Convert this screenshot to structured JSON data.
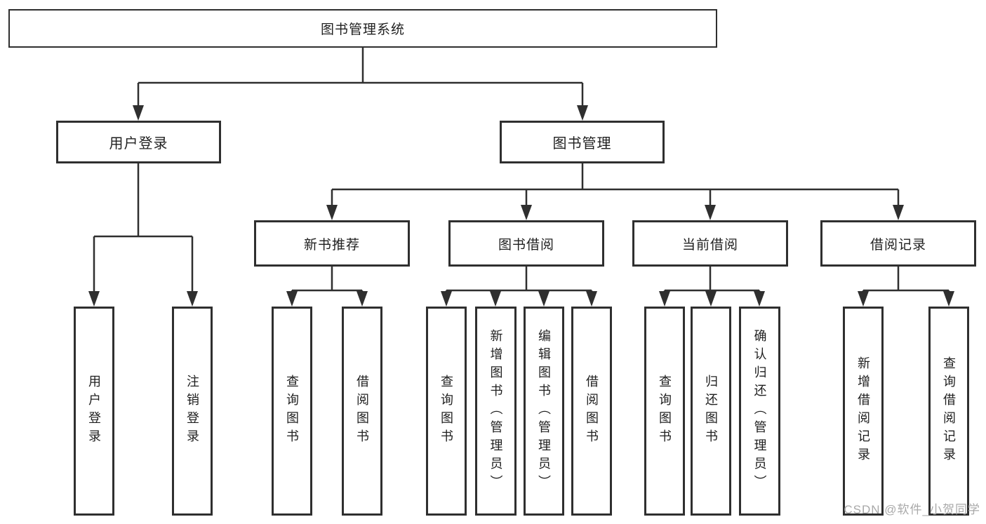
{
  "diagram": {
    "root_label": "图书管理系统",
    "level2": {
      "user_login": "用户登录",
      "book_management": "图书管理"
    },
    "level3": {
      "new_book_rec": "新书推荐",
      "book_borrow": "图书借阅",
      "current_borrow": "当前借阅",
      "borrow_records": "借阅记录"
    },
    "leaves": {
      "user_login": [
        "用户登录",
        "注销登录"
      ],
      "new_book_rec": [
        "查询图书",
        "借阅图书"
      ],
      "book_borrow": [
        "查询图书",
        "新增图书（管理员）",
        "编辑图书（管理员）",
        "借阅图书"
      ],
      "current_borrow": [
        "查询图书",
        "归还图书",
        "确认归还（管理员）"
      ],
      "borrow_records": [
        "新增借阅记录",
        "查询借阅记录"
      ]
    },
    "colors": {
      "line": "#2f2f2f",
      "text": "#1f1f1f",
      "background": "#ffffff",
      "watermark": "#a9a9a9"
    }
  },
  "watermark": "CSDN @软件_小贺同学"
}
